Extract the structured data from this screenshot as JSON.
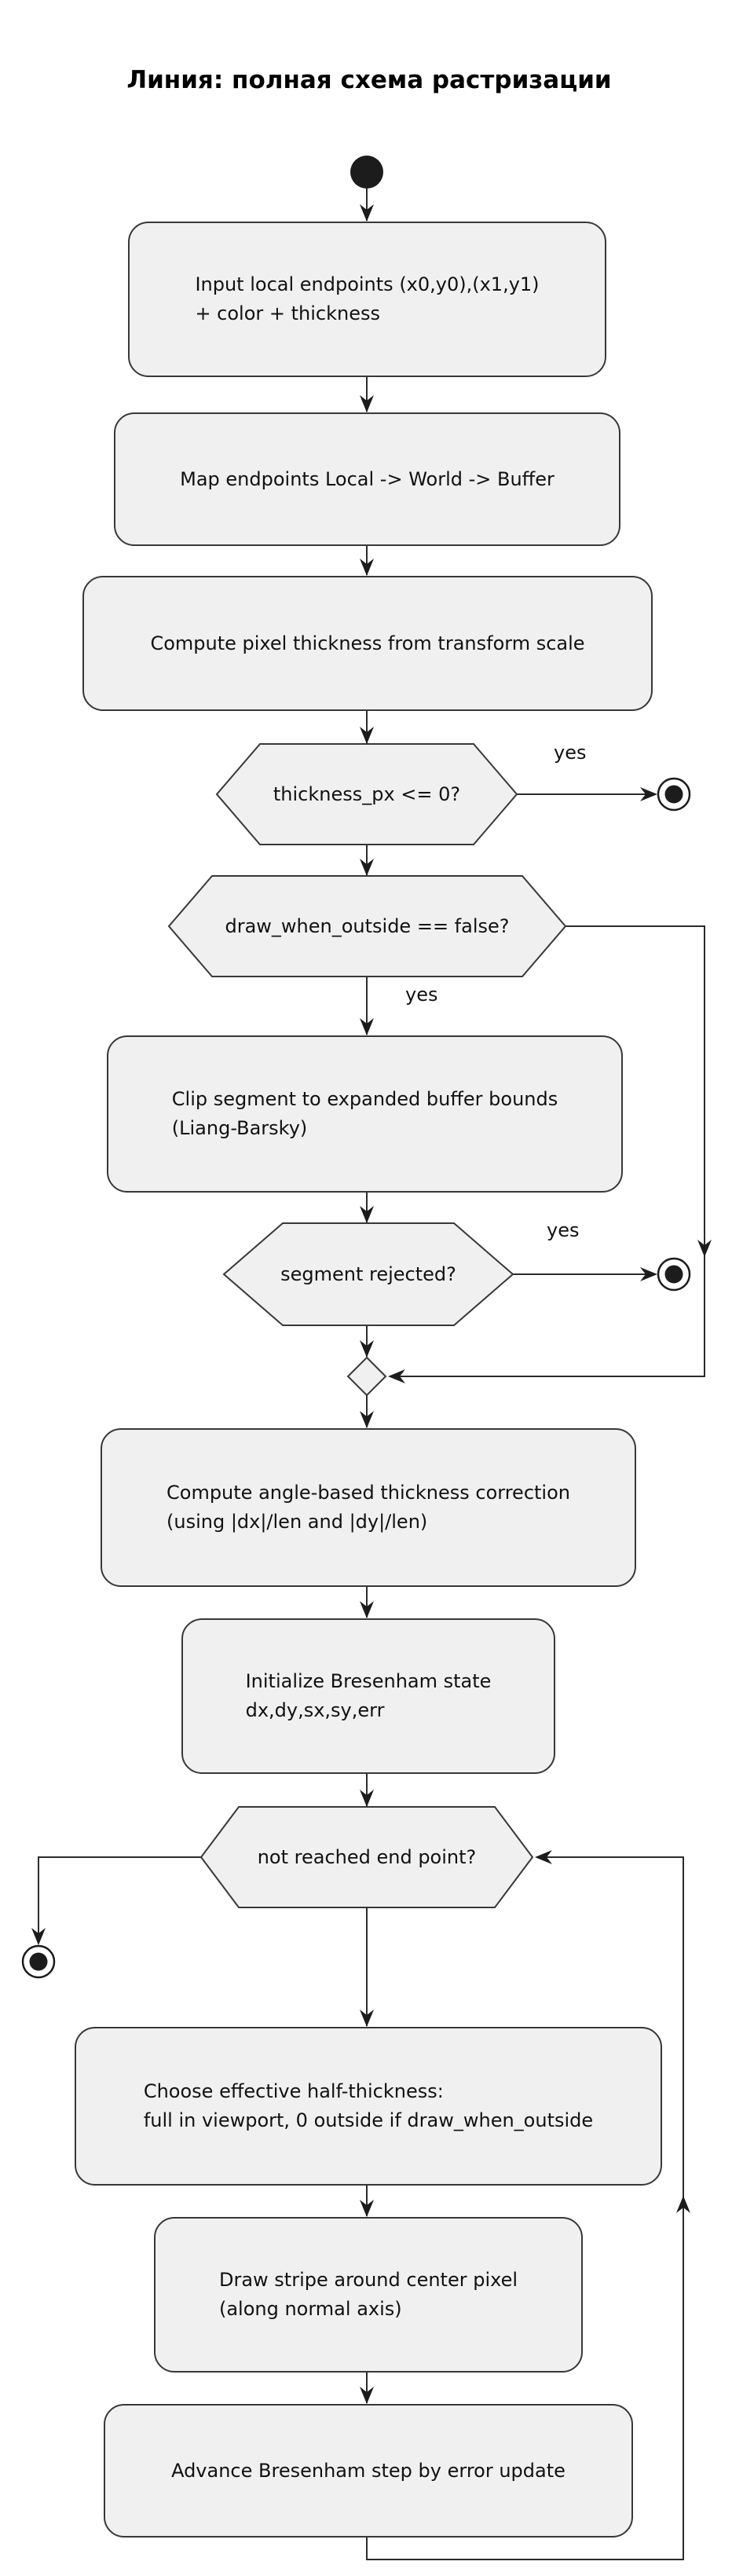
{
  "title": "Линия: полная схема растризации",
  "colors": {
    "background": "#ffffff",
    "node_fill": "#f0f0f0",
    "node_border": "#383838",
    "connector": "#2b2b2b",
    "terminal_fill": "#1c1c1c",
    "text": "#111111"
  },
  "nodes": {
    "start": {
      "type": "start"
    },
    "input_endpoints": {
      "label": "Input local endpoints (x0,y0),(x1,y1)\n+ color + thickness"
    },
    "map_endpoints": {
      "label": "Map endpoints Local -> World -> Buffer"
    },
    "compute_pixel_thickness": {
      "label": "Compute pixel thickness from transform scale"
    },
    "check_thickness": {
      "label": "thickness_px <= 0?"
    },
    "check_draw_when_outside": {
      "label": "draw_when_outside == false?"
    },
    "clip_segment": {
      "label": "Clip segment to expanded buffer bounds\n(Liang-Barsky)"
    },
    "check_segment_rejected": {
      "label": "segment rejected?"
    },
    "angle_correction": {
      "label": "Compute angle-based thickness correction\n(using |dx|/len and |dy|/len)"
    },
    "init_bresenham": {
      "label": "Initialize Bresenham state\ndx,dy,sx,sy,err"
    },
    "loop_condition": {
      "label": "not reached end point?"
    },
    "choose_half_thickness": {
      "label": "Choose effective half-thickness:\nfull in viewport, 0 outside if draw_when_outside"
    },
    "draw_stripe": {
      "label": "Draw stripe around center pixel\n(along normal axis)"
    },
    "advance_step": {
      "label": "Advance Bresenham step by error update"
    }
  },
  "edge_labels": {
    "thickness_yes": "yes",
    "draw_when_outside_yes": "yes",
    "segment_rejected_yes": "yes"
  }
}
